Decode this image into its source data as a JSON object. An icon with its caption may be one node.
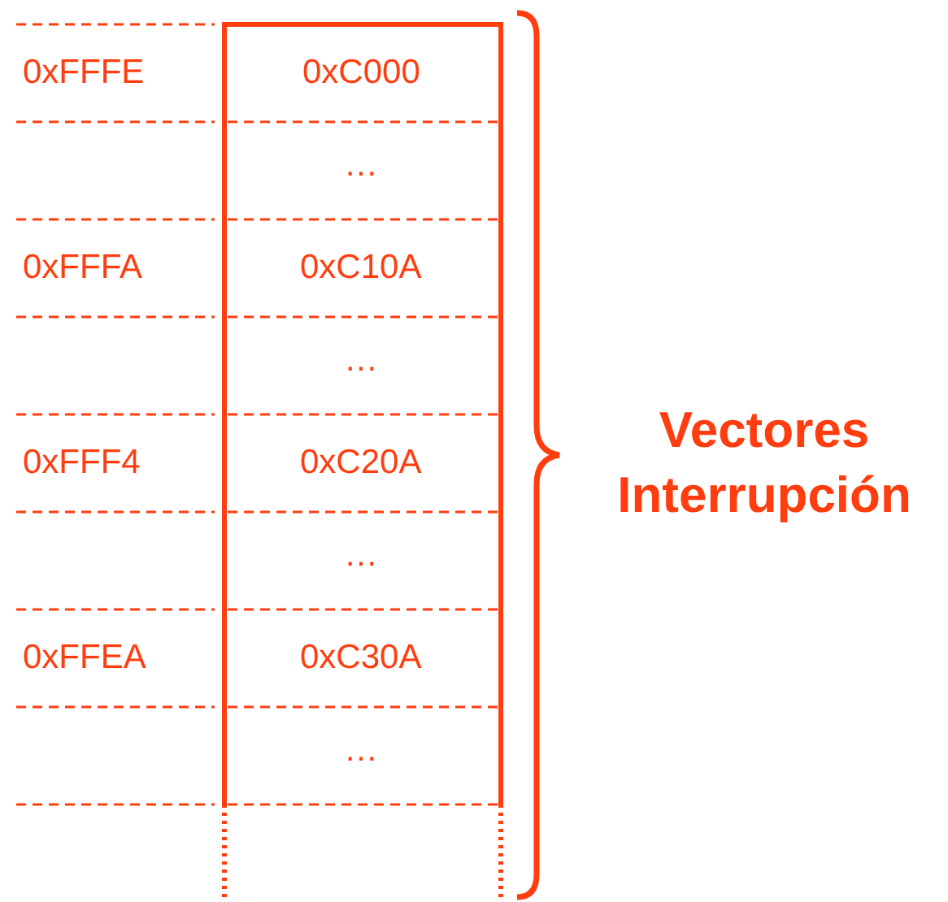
{
  "diagram": {
    "labels": [
      "0xFFFE",
      "0xC000",
      "…",
      "0xFFFA",
      "0xC10A",
      "…",
      "0xFFF4",
      "0xC20A",
      "…",
      "0xFFEA",
      "0xC30A",
      "…",
      "Vectores Interrupción"
    ]
  }
}
